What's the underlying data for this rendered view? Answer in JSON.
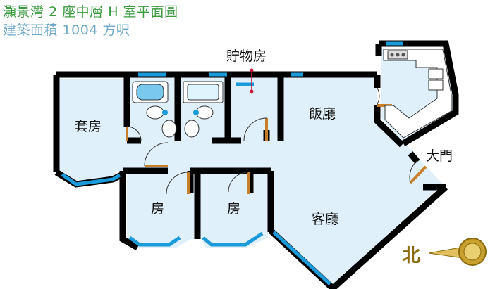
{
  "title": "灝景灣 2 座中層 H 室平面圖",
  "area": "建築面積 1004 方呎",
  "rooms": {
    "storeroom": "貯物房",
    "dining": "飯廳",
    "master_bedroom": "套房",
    "main_door": "大門",
    "bedroom_1": "房",
    "bedroom_2": "房",
    "living": "客廳"
  },
  "compass": {
    "north": "北"
  },
  "colors": {
    "header_green": "#3a9a3e",
    "header_blue": "#6ea8c9",
    "floor": "#dff0fa",
    "wall": "#000000",
    "window": "#1a9ad8",
    "door": "#c87f2a",
    "compass_gold": "#c8a030"
  }
}
